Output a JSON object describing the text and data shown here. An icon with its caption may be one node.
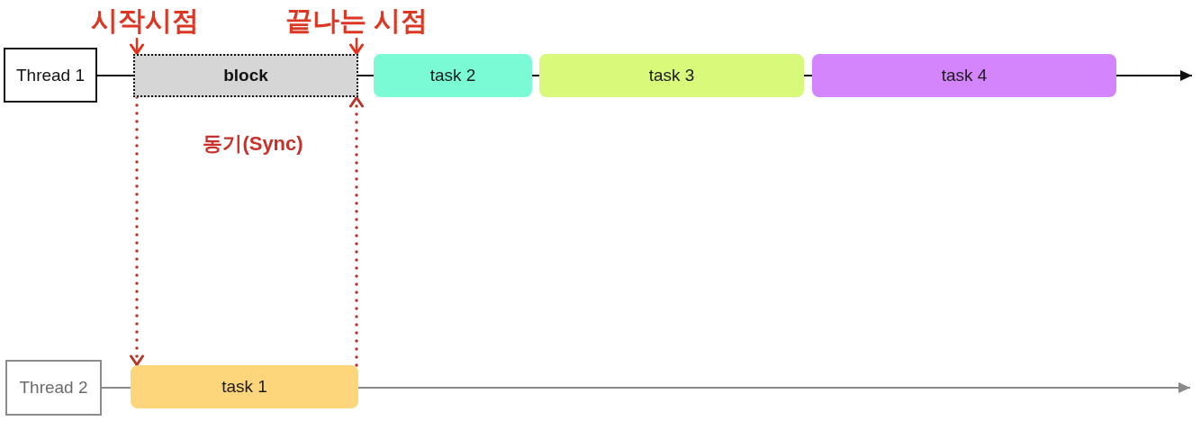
{
  "diagram": {
    "nodes": [
      {
        "text": [
          "시작시점"
        ]
      },
      {
        "text": [
          "끝나는 시점"
        ]
      },
      {
        "text": [
          "Thread 1"
        ]
      },
      {
        "text": [
          "block"
        ]
      },
      {
        "text": [
          "task 2"
        ]
      },
      {
        "text": [
          "task 3"
        ]
      },
      {
        "text": [
          "task 4"
        ]
      },
      {
        "text": [
          "Thread 2"
        ]
      },
      {
        "text": [
          "task 1"
        ]
      }
    ],
    "edges": [
      {
        "from": 0,
        "to": 3,
        "arrow": "to",
        "color": "#e2321d"
      },
      {
        "from": 1,
        "to": 3,
        "arrow": "to",
        "color": "#e2321d"
      },
      {
        "from": 2,
        "to": 3,
        "arrow": "none"
      },
      {
        "from": 3,
        "to": 4,
        "arrow": "none"
      },
      {
        "from": 4,
        "to": 5,
        "arrow": "none"
      },
      {
        "from": 5,
        "to": 6,
        "arrow": "none"
      },
      {
        "from": 6,
        "to": null,
        "arrow": "to"
      },
      {
        "from": 7,
        "to": 8,
        "arrow": "none",
        "color": "#8a8a8a"
      },
      {
        "from": 8,
        "to": null,
        "arrow": "to",
        "color": "#8a8a8a"
      },
      {
        "from": 3,
        "to": 8,
        "arrow": "to",
        "style": "dashed",
        "color": "#b8352a"
      },
      {
        "from": 8,
        "to": 3,
        "arrow": "to",
        "style": "dashed",
        "color": "#b8352a"
      }
    ],
    "labels": [
      "동기(Sync)"
    ]
  }
}
